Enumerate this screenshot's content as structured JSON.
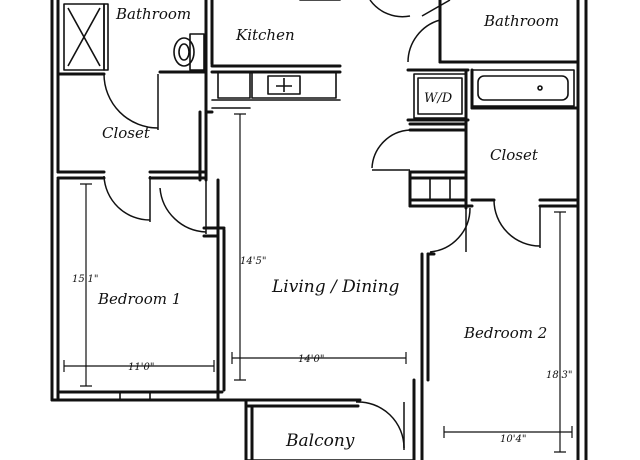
{
  "rooms": {
    "bathroom_1": "Bathroom",
    "kitchen": "Kitchen",
    "bathroom_2": "Bathroom",
    "closet_1": "Closet",
    "closet_2": "Closet",
    "washer_dryer": "W/D",
    "living_dining": "Living / Dining",
    "bedroom_1": "Bedroom 1",
    "bedroom_2": "Bedroom 2",
    "balcony": "Balcony"
  },
  "dimensions": {
    "bedroom_1_height": "15'1\"",
    "bedroom_1_width": "11'0\"",
    "living_height": "14'5\"",
    "living_width": "14'0\"",
    "bedroom_2_height": "18'3\"",
    "bedroom_2_width": "10'4\""
  }
}
